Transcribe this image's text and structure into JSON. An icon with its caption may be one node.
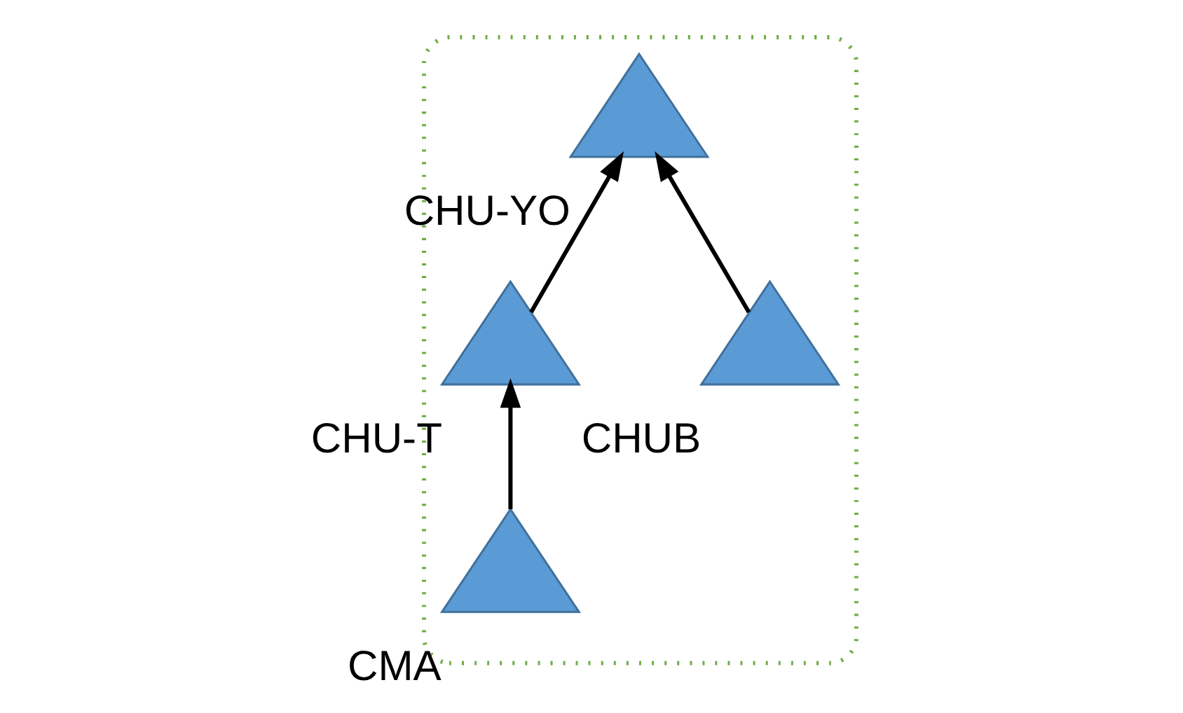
{
  "diagram": {
    "nodes": [
      {
        "text": [],
        "shape": "ellipse"
      },
      {
        "text": [],
        "shape": "triangle",
        "beside": [
          "CHUB"
        ],
        "in": 0
      },
      {
        "text": [],
        "shape": "triangle",
        "beside": [
          "CHU-YO"
        ],
        "in": 0
      },
      {
        "text": [],
        "shape": "triangle",
        "beside": [
          "CHU-T"
        ],
        "in": 0
      },
      {
        "text": [],
        "shape": "triangle",
        "beside": [
          "CMA"
        ],
        "in": 0
      }
    ],
    "edges": [
      {
        "from": 1,
        "to": 2,
        "arrow": "to"
      },
      {
        "from": 3,
        "to": 2,
        "arrow": "to"
      },
      {
        "from": 4,
        "to": 3,
        "arrow": "to"
      }
    ]
  }
}
